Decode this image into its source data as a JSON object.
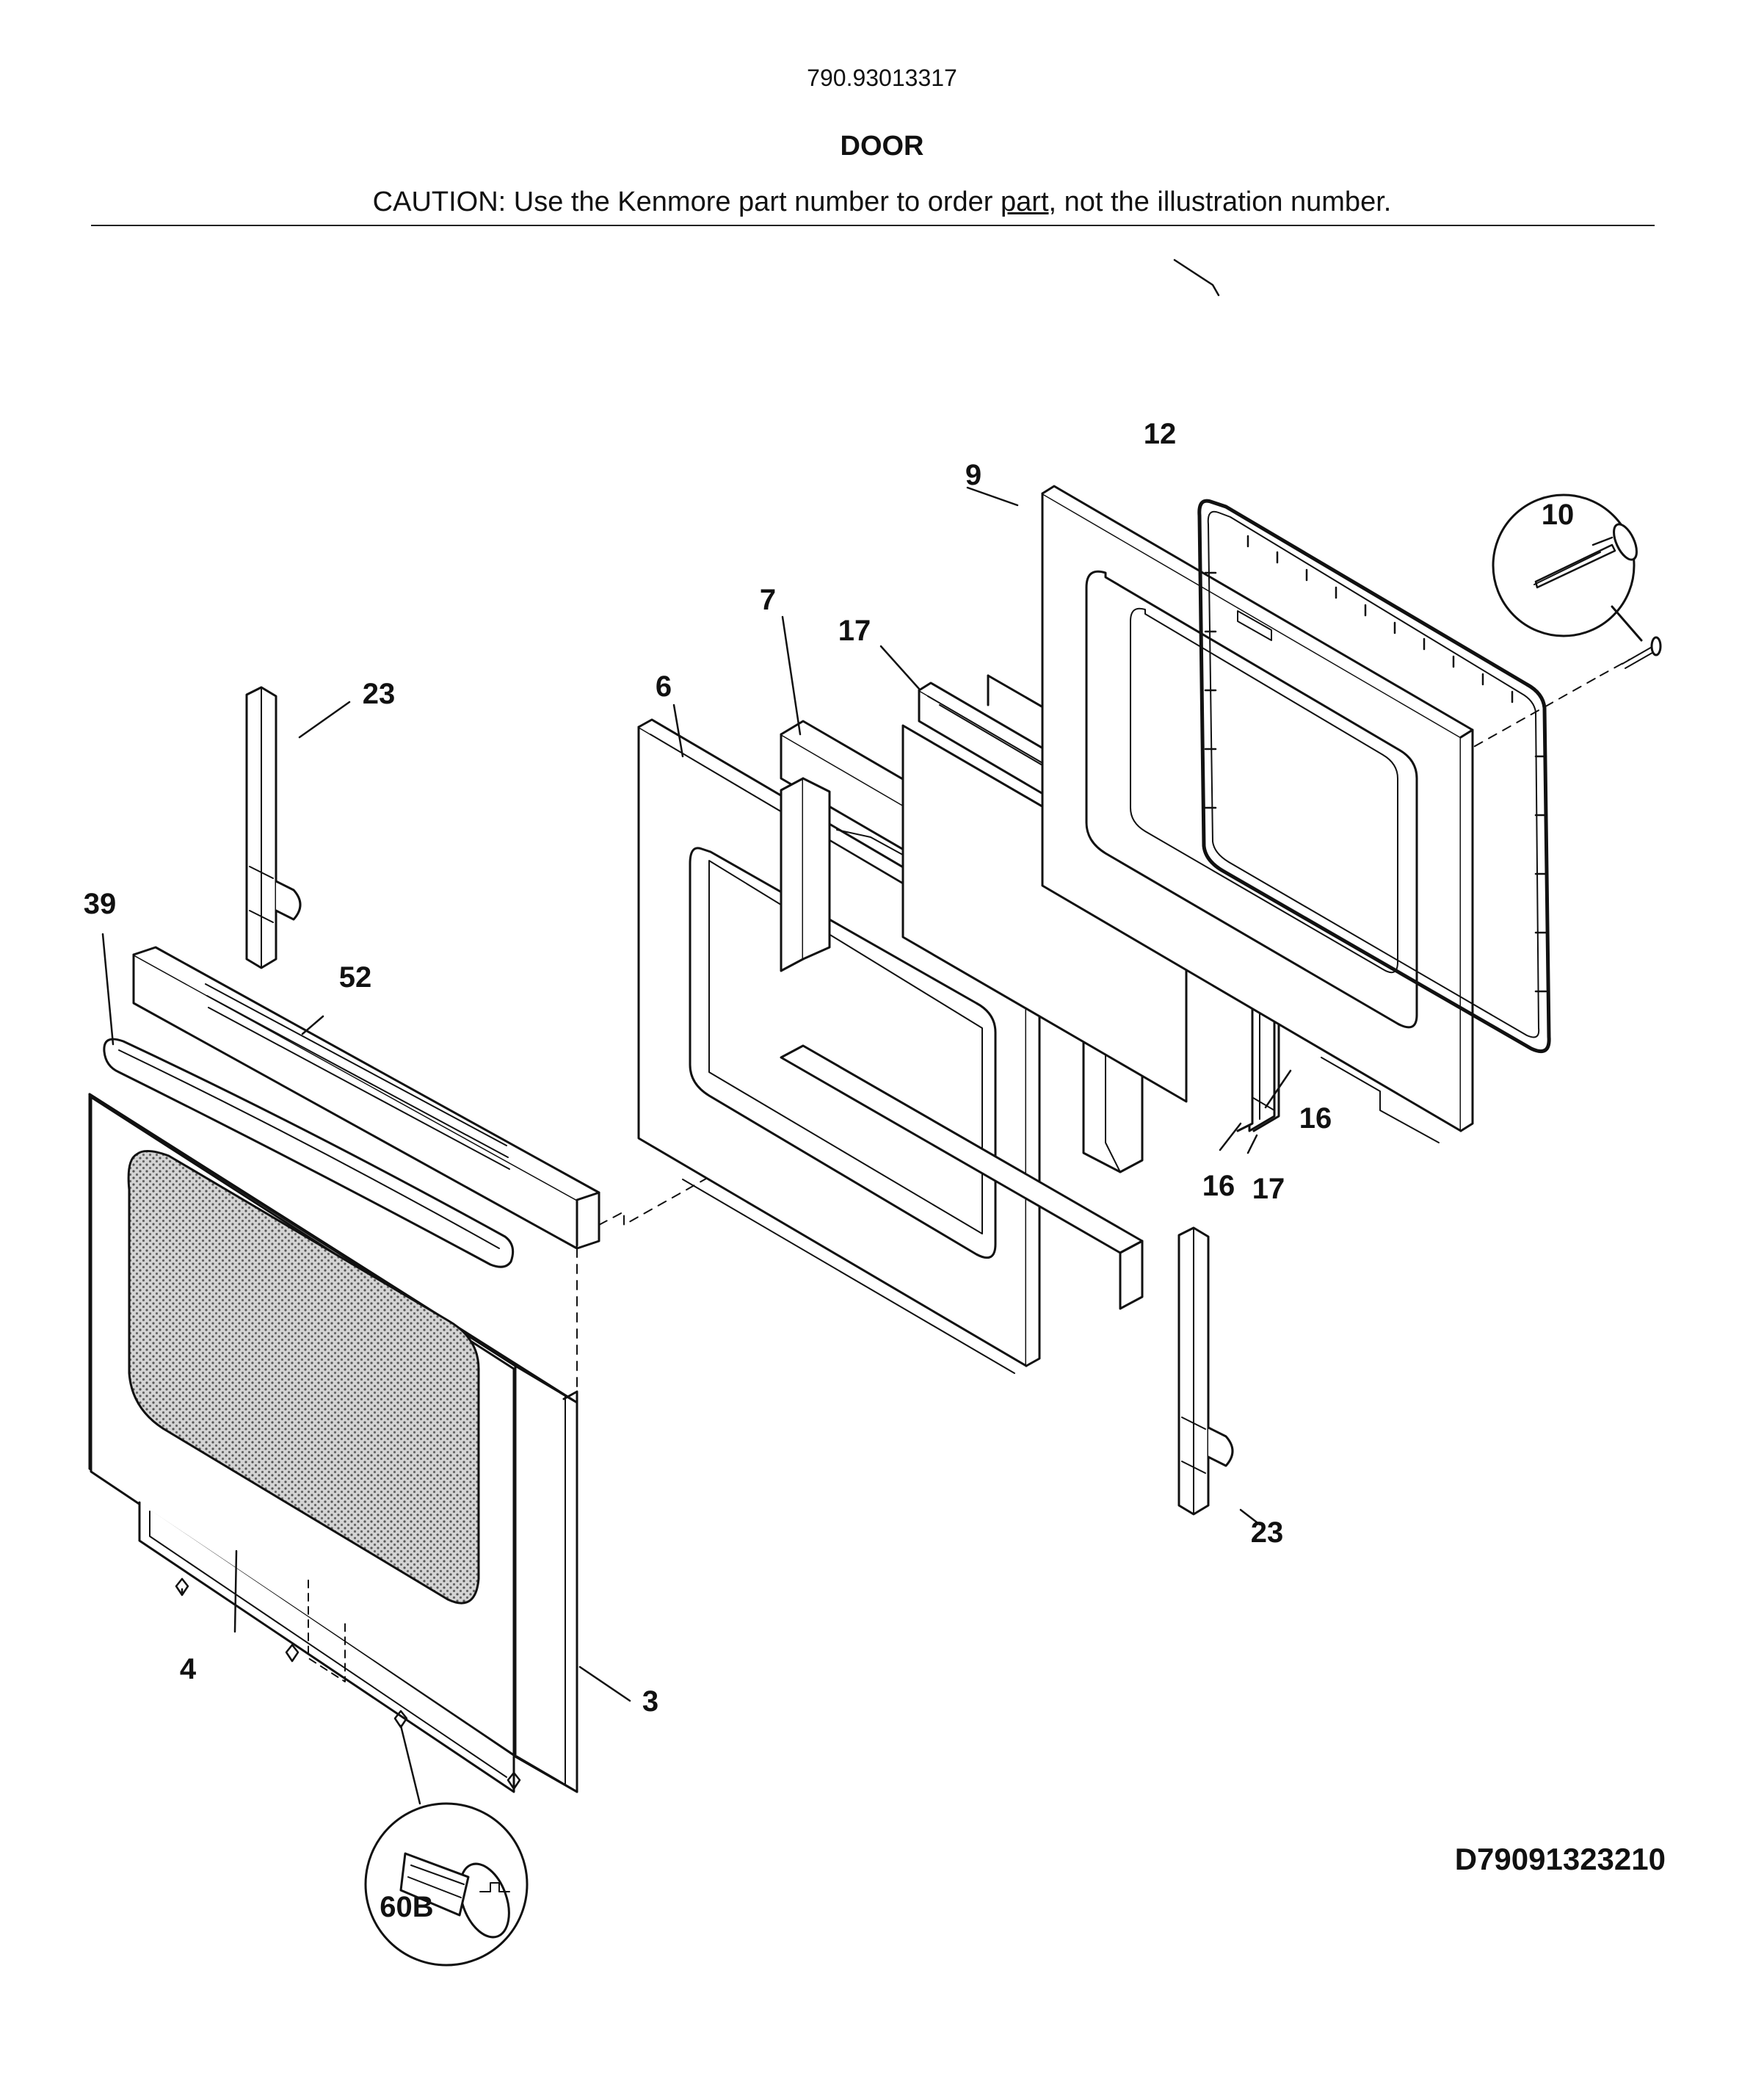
{
  "header": {
    "model_number": "790.93013317",
    "section_title": "DOOR",
    "caution_prefix": "CAUTION: Use the Kenmore part number to order ",
    "caution_link": "part",
    "caution_suffix": ", not the illustration number."
  },
  "diagram_id": "D79091323210",
  "callouts": {
    "c3": "3",
    "c4": "4",
    "c6": "6",
    "c7": "7",
    "c9": "9",
    "c10": "10",
    "c12": "12",
    "c16a": "16",
    "c16b": "16",
    "c17a": "17",
    "c17b": "17",
    "c23a": "23",
    "c23b": "23",
    "c39": "39",
    "c52": "52",
    "c60b": "60B"
  }
}
